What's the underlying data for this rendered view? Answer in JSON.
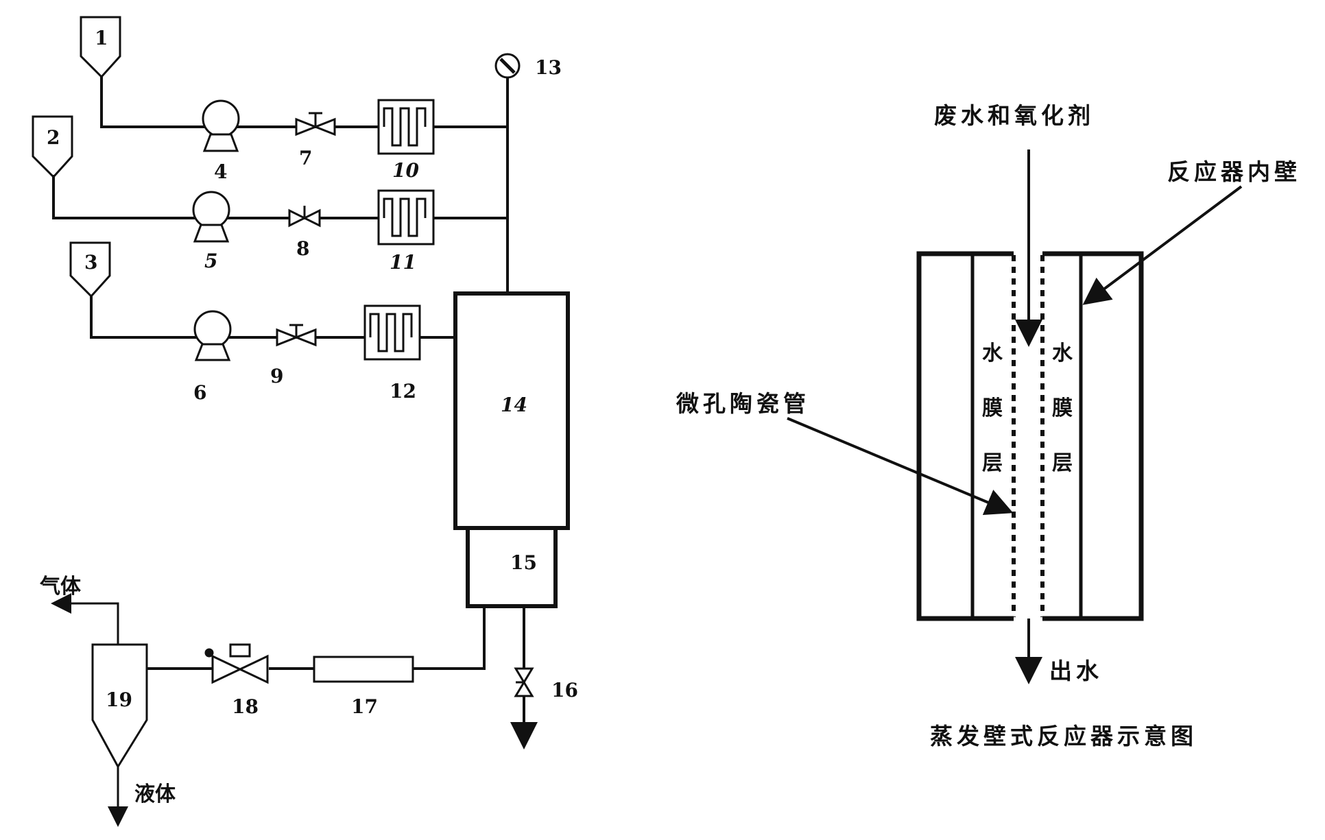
{
  "left": {
    "hoppers": [
      "1",
      "2",
      "3"
    ],
    "pumps": [
      "4",
      "5",
      "6"
    ],
    "valves": [
      "7",
      "8",
      "9"
    ],
    "heaters": [
      "10",
      "11",
      "12"
    ],
    "gauge": "13",
    "reactor": "14",
    "cooler_vessel": "15",
    "drain_valve": "16",
    "cooler": "17",
    "back_pressure_valve": "18",
    "separator": "19",
    "gas_label": "气体",
    "liquid_label": "液体"
  },
  "right": {
    "inlet_label": "废水和氧化剂",
    "wall_label": "反应器内壁",
    "ceramic_label": "微孔陶瓷管",
    "film_left": [
      "水",
      "膜",
      "层"
    ],
    "film_right": [
      "水",
      "膜",
      "层"
    ],
    "outlet_label": "出水",
    "caption": "蒸发壁式反应器示意图"
  }
}
